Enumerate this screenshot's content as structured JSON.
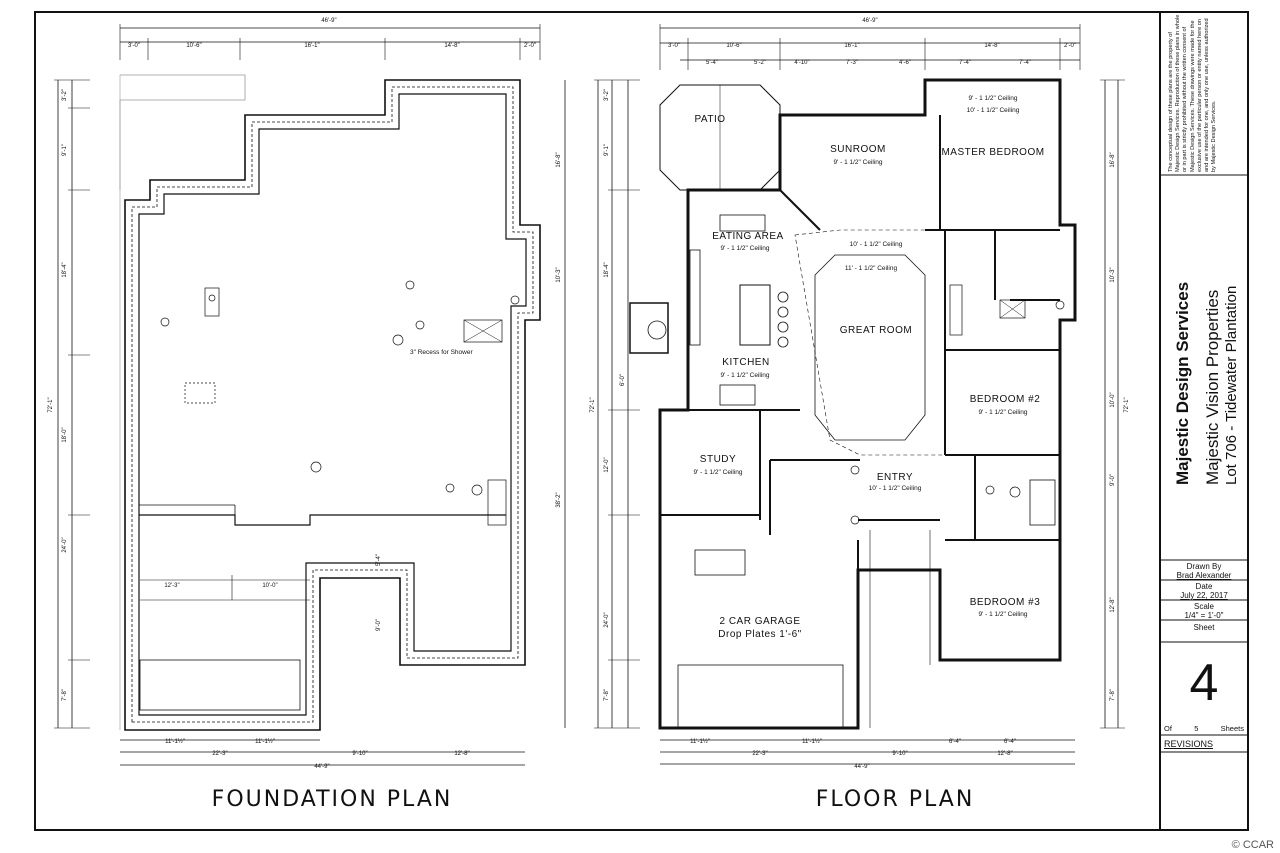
{
  "foundation": {
    "title": "FOUNDATION PLAN",
    "note": "3\" Recess for Shower",
    "dims_top": [
      "3'-0\"",
      "10'-6\"",
      "16'-1\"",
      "14'-8\"",
      "2'-0\""
    ],
    "overall_top": "46'-9\"",
    "dims_bottom": [
      "11'-1½\"",
      "11'-1½\"",
      "22'-3\"",
      "9'-10\"",
      "12'-8\""
    ],
    "overall_bottom": "44'-9\"",
    "dims_left": [
      "3'-2\"",
      "9'-1\"",
      "18'-4\"",
      "18'-0\"",
      "24'-0\"",
      "7'-8\""
    ],
    "overall_left": "72'-1\"",
    "dims_right": [
      "16'-8\"",
      "10'-3\"",
      "38'-2\""
    ],
    "inner_dims": [
      "12'-3\"",
      "10'-0\"",
      "5'-4\"",
      "9'-0\""
    ]
  },
  "floor": {
    "title": "FLOOR PLAN",
    "rooms": {
      "patio": "PATIO",
      "sunroom": "SUNROOM",
      "sunroom_ceiling": "9' - 1 1/2\" Ceiling",
      "master": "MASTER BEDROOM",
      "master_ceiling_1": "9' - 1 1/2\" Ceiling",
      "master_ceiling_2": "10' - 1 1/2\" Ceiling",
      "eating": "EATING AREA",
      "eating_ceiling": "9' - 1 1/2\" Ceiling",
      "kitchen": "KITCHEN",
      "kitchen_ceiling": "9' - 1 1/2\" Ceiling",
      "great": "GREAT ROOM",
      "great_ceiling_1": "10' - 1 1/2\" Ceiling",
      "great_ceiling_2": "11' - 1 1/2\" Ceiling",
      "bed2": "BEDROOM #2",
      "bed2_ceiling": "9' - 1 1/2\" Ceiling",
      "study": "STUDY",
      "study_ceiling": "9' - 1 1/2\" Ceiling",
      "entry": "ENTRY",
      "entry_ceiling": "10' - 1 1/2\" Ceiling",
      "bed3": "BEDROOM #3",
      "bed3_ceiling": "9' - 1 1/2\" Ceiling",
      "garage": "2 CAR GARAGE",
      "garage_note": "Drop Plates 1'-6\""
    },
    "dims_top": [
      "3'-0\"",
      "10'-6\"",
      "16'-1\"",
      "14'-8\"",
      "2'-0\""
    ],
    "dims_top2": [
      "5'-4\"",
      "5'-2\"",
      "4'-10\"",
      "7'-3\"",
      "4'-6\"",
      "7'-4\"",
      "7'-4\""
    ],
    "overall_top": "46'-9\"",
    "dims_bottom": [
      "11'-1½\"",
      "11'-1½\"",
      "6'-4\"",
      "6'-4\"",
      "22'-3\"",
      "9'-10\"",
      "12'-8\""
    ],
    "overall_bottom": "44'-9\"",
    "dims_left": [
      "3'-2\"",
      "9'-1\"",
      "18'-4\"",
      "6'-0\"",
      "12'-0\"",
      "24'-0\"",
      "7'-8\""
    ],
    "overall_left": "72'-1\"",
    "dims_right": [
      "16'-8\"",
      "10'-3\"",
      "10'-0\"",
      "9'-0\"",
      "12'-8\"",
      "7'-8\""
    ],
    "overall_right": "72'-1\""
  },
  "title_block": {
    "disclaimer": "The conceptual design of these plans are the property of Majestic Design Services. Reproduction of these plans in whole or in part is strictly prohibited without the written consent of Majestic Design Services. These drawings were made for the exclusive use of the particular person or entity named here on and are intended for one, and only one use, unless authorized by Majestic Design Services.",
    "company": "Majestic Design Services",
    "project": "Majestic Vision Properties",
    "lot": "Lot 706 - Tidewater Plantation",
    "drawn_by_label": "Drawn By",
    "drawn_by": "Brad Alexander",
    "date_label": "Date",
    "date": "July 22, 2017",
    "scale_label": "Scale",
    "scale": "1/4\" = 1'-0\"",
    "sheet_label": "Sheet",
    "sheet": "4",
    "of_label": "Of",
    "total": "5",
    "sheets_label": "Sheets",
    "revisions": "REVISIONS"
  },
  "watermark": "© CCAR"
}
